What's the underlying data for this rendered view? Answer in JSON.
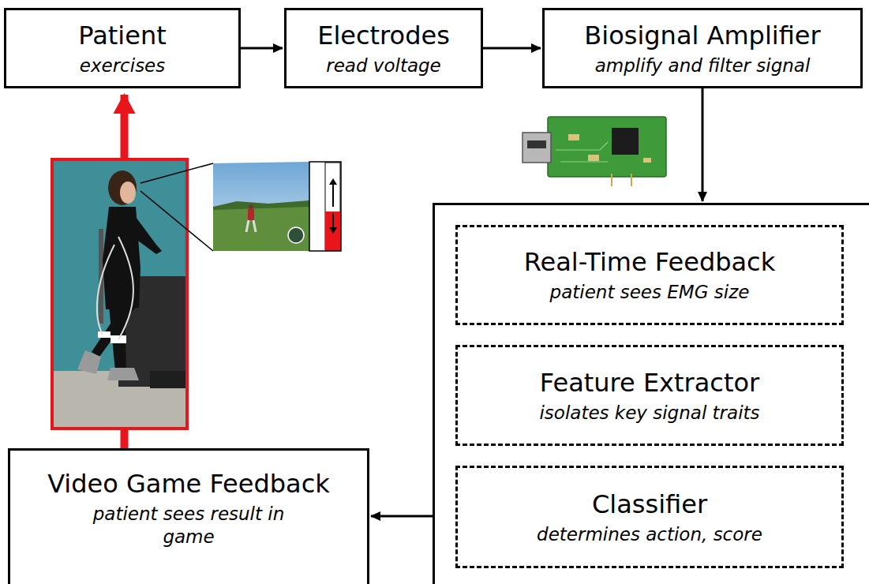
{
  "diagram": {
    "nodes": [
      {
        "text": [
          "Patient",
          "exercises"
        ]
      },
      {
        "text": [
          "Electrodes",
          "read voltage"
        ]
      },
      {
        "text": [
          "Biosignal Amplifier",
          "amplify and filter signal"
        ]
      },
      {
        "text": []
      },
      {
        "text": [
          "Real-Time Feedback",
          "patient sees EMG size"
        ],
        "in": 3
      },
      {
        "text": [
          "Feature Extractor",
          "isolates key signal traits"
        ],
        "in": 3
      },
      {
        "text": [
          "Classifier",
          "determines action, score"
        ],
        "in": 3
      },
      {
        "text": [
          "Video Game Feedback",
          "patient sees result in game"
        ]
      }
    ],
    "edges": [
      {
        "from": 0,
        "to": 1,
        "arrow": "to"
      },
      {
        "from": 1,
        "to": 2,
        "arrow": "to"
      },
      {
        "from": 2,
        "to": 3,
        "arrow": "to"
      },
      {
        "from": 3,
        "to": 7,
        "arrow": "to"
      },
      {
        "from": 7,
        "to": 0,
        "arrow": "to"
      }
    ]
  }
}
